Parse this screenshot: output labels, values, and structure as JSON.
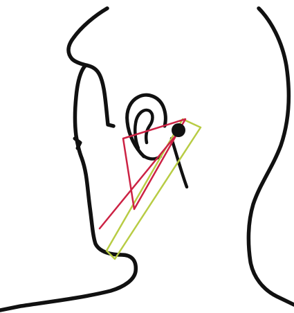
{
  "figure": {
    "subject": "head-profile-line-drawing",
    "elements": [
      {
        "name": "head-outline",
        "kind": "line-art"
      },
      {
        "name": "ear-outline",
        "kind": "line-art"
      },
      {
        "name": "neck-back-outline",
        "kind": "line-art"
      },
      {
        "name": "landmark-dot",
        "kind": "marker"
      },
      {
        "name": "red-triangle",
        "kind": "overlay"
      },
      {
        "name": "red-line",
        "kind": "overlay"
      },
      {
        "name": "green-quadrilateral",
        "kind": "overlay"
      }
    ]
  },
  "colors": {
    "line_art": "#111111",
    "red_overlay": "#cc2244",
    "green_overlay": "#b8cc44",
    "background": "#ffffff"
  }
}
